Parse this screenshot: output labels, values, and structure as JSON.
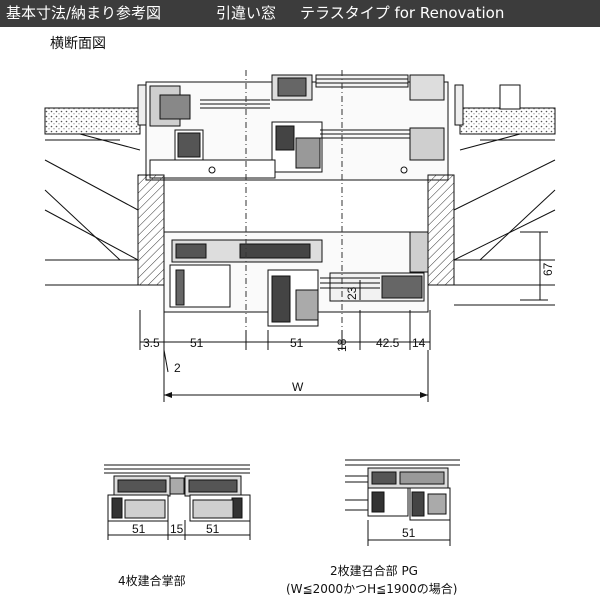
{
  "header": {
    "left": "基本寸法/納まり参考図",
    "center": "引違い窓",
    "right": "テラスタイプ for Renovation"
  },
  "section_title": "横断面図",
  "dims": {
    "d1": "3.5",
    "d2": "51",
    "d3": "51",
    "d4": "18",
    "d5": "42.5",
    "d6": "14",
    "d7": "2",
    "w": "W",
    "v23": "23",
    "v67": "67",
    "b1": "51",
    "b2": "15",
    "b3": "51",
    "c1": "51"
  },
  "captions": {
    "left": "4枚建合掌部",
    "right_line1": "2枚建召合部 PG",
    "right_line2": "(W≦2000かつH≦1900の場合)"
  },
  "colors": {
    "header_bg": "#3c3c3c",
    "ink": "#111111"
  }
}
